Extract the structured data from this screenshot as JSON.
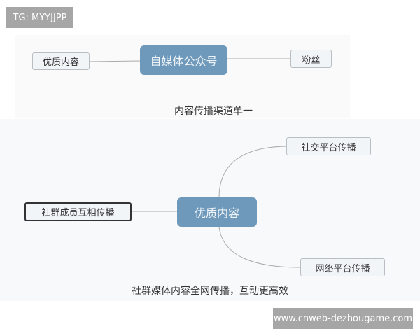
{
  "watermark_top": "TG: MYYJJPP",
  "watermark_bottom": "www.cnweb-dezhougame.com",
  "diagram1": {
    "center": "自媒体公众号",
    "left": "优质内容",
    "right": "粉丝",
    "caption": "内容传播渠道单一"
  },
  "diagram2": {
    "center": "优质内容",
    "left": "社群成员互相传播",
    "top_right": "社交平台传播",
    "bottom_right": "网络平台传播",
    "caption": "社群媒体内容全网传播，互动更高效"
  }
}
